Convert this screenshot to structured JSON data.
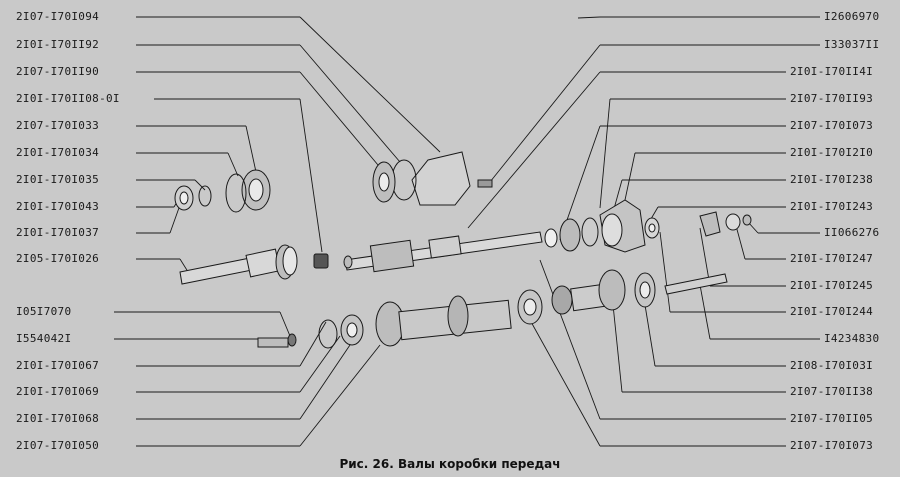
{
  "figure": {
    "caption": "Рис. 26. Валы коробки передач",
    "labels_left": [
      "2I07-I70I094",
      "2I0I-I70II92",
      "2I07-I70II90",
      "2I0I-I70II08-0I",
      "2I07-I70I033",
      "2I0I-I70I034",
      "2I0I-I70I035",
      "2I0I-I70I043",
      "2I0I-I70I037",
      "2I05-I70I026",
      "I05I7070",
      "I554042I",
      "2I0I-I70I067",
      "2I0I-I70I069",
      "2I0I-I70I068",
      "2I07-I70I050"
    ],
    "labels_right": [
      "I2606970",
      "I33037II",
      "2I0I-I70II4I",
      "2I07-I70II93",
      "2I07-I70I073",
      "2I0I-I70I2I0",
      "2I0I-I70I238",
      "2I0I-I70I243",
      "II066276",
      "2I0I-I70I247",
      "2I0I-I70I245",
      "2I0I-I70I244",
      "I4234830",
      "2I08-I70I03I",
      "2I07-I70II38",
      "2I07-I70II05",
      "2I07-I70I073"
    ]
  }
}
